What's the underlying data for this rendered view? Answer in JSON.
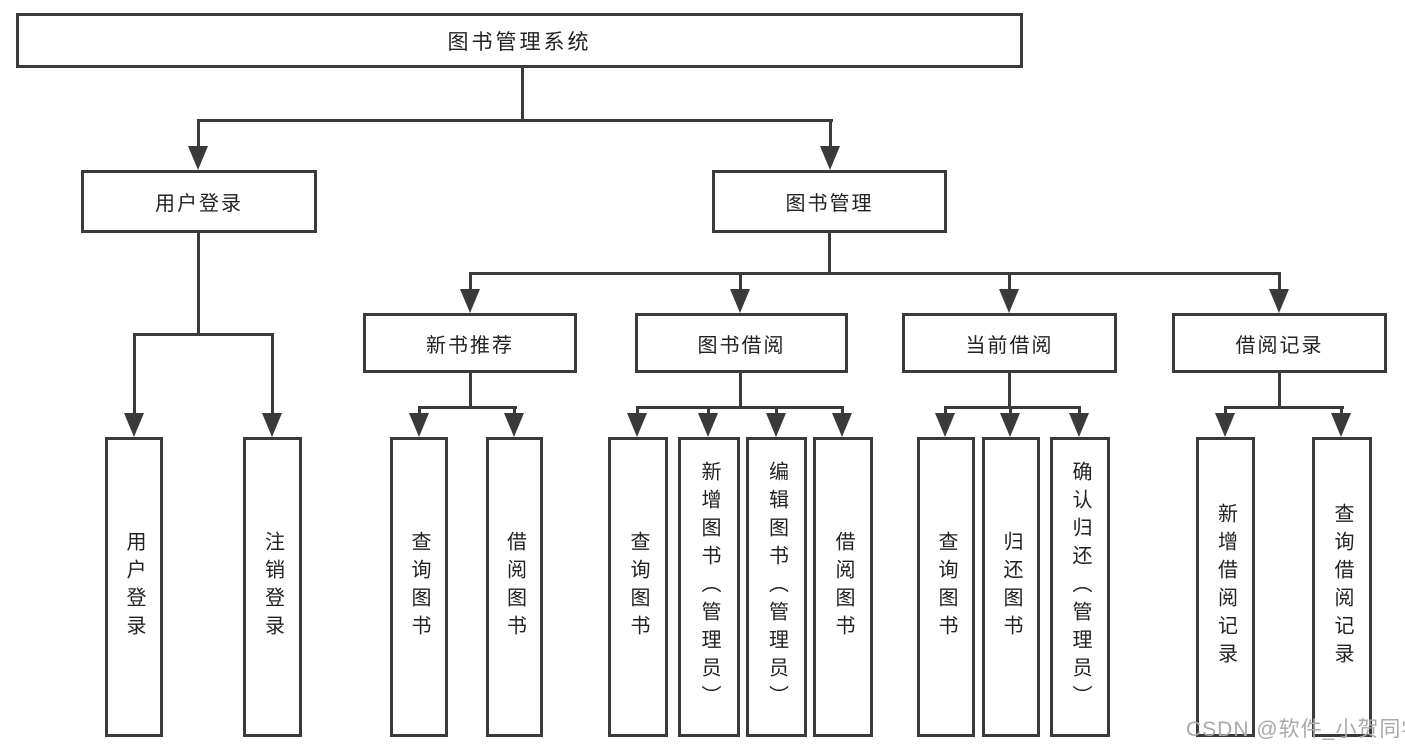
{
  "diagram_type": "hierarchy-tree",
  "colors": {
    "line": "#3a3a3a",
    "box_border": "#3a3a3a",
    "text": "#222222",
    "watermark": "#a9a9a9",
    "background": "#ffffff"
  },
  "tree": {
    "root": {
      "label": "图书管理系统"
    },
    "branches": [
      {
        "label": "用户登录",
        "children": [
          {
            "label": "用户登录"
          },
          {
            "label": "注销登录"
          }
        ]
      },
      {
        "label": "图书管理",
        "children": [
          {
            "label": "新书推荐",
            "children": [
              {
                "label": "查询图书"
              },
              {
                "label": "借阅图书"
              }
            ]
          },
          {
            "label": "图书借阅",
            "children": [
              {
                "label": "查询图书"
              },
              {
                "label": "新增图书（管理员）"
              },
              {
                "label": "编辑图书（管理员）"
              },
              {
                "label": "借阅图书"
              }
            ]
          },
          {
            "label": "当前借阅",
            "children": [
              {
                "label": "查询图书"
              },
              {
                "label": "归还图书"
              },
              {
                "label": "确认归还（管理员）"
              }
            ]
          },
          {
            "label": "借阅记录",
            "children": [
              {
                "label": "新增借阅记录"
              },
              {
                "label": "查询借阅记录"
              }
            ]
          }
        ]
      }
    ]
  },
  "watermark": {
    "text": "CSDN @软件_小贺同学"
  }
}
